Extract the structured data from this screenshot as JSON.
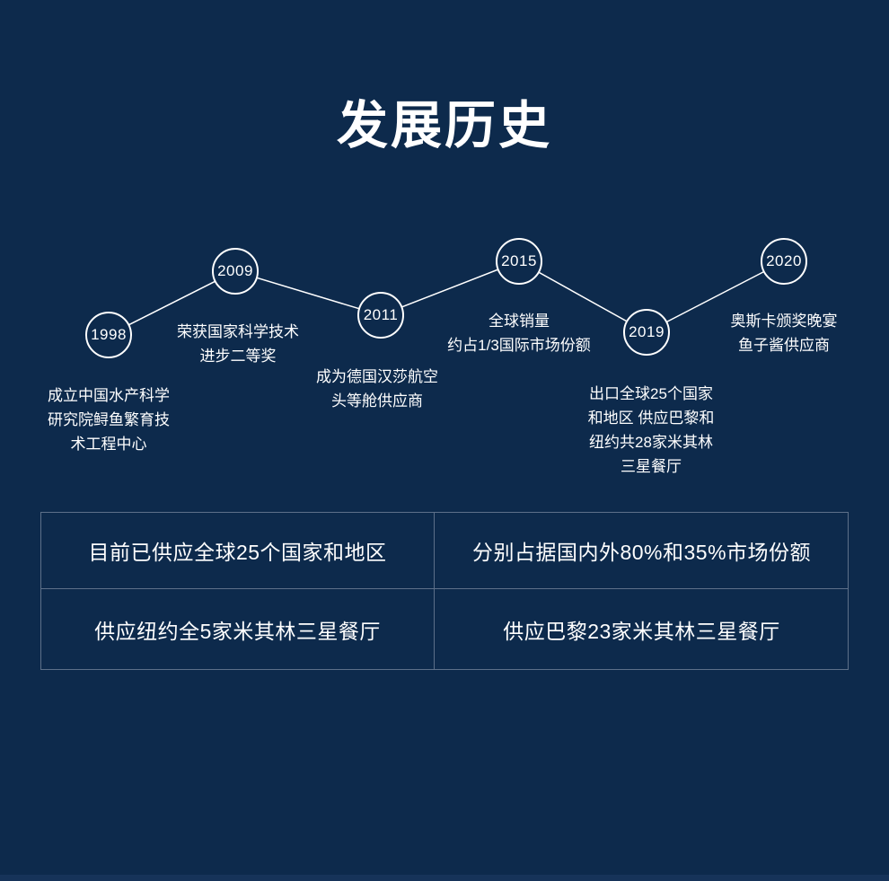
{
  "page": {
    "title": "发展历史"
  },
  "timeline": {
    "items": [
      {
        "year": "1998",
        "desc": "成立中国水产科学\n研究院鲟鱼繁育技\n术工程中心"
      },
      {
        "year": "2009",
        "desc": "荣获国家科学技术\n进步二等奖"
      },
      {
        "year": "2011",
        "desc": "成为德国汉莎航空\n头等舱供应商"
      },
      {
        "year": "2015",
        "desc": "全球销量\n约占1/3国际市场份额"
      },
      {
        "year": "2019",
        "desc": "出口全球25个国家\n和地区 供应巴黎和\n纽约共28家米其林\n三星餐厅"
      },
      {
        "year": "2020",
        "desc": "奥斯卡颁奖晚宴\n鱼子酱供应商"
      }
    ]
  },
  "table": {
    "rows": [
      [
        "目前已供应全球25个国家和地区",
        "分别占据国内外80%和35%市场份额"
      ],
      [
        "供应纽约全5家米其林三星餐厅",
        "供应巴黎23家米其林三星餐厅"
      ]
    ]
  },
  "colors": {
    "background": "#0d2a4c",
    "text": "#ffffff",
    "line": "#ffffff",
    "table_border": "#5d7089"
  }
}
